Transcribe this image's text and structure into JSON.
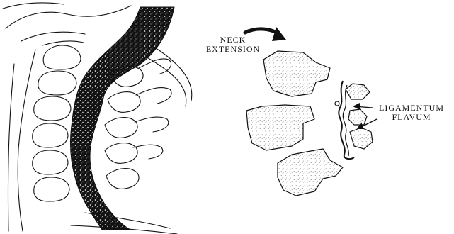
{
  "labels": {
    "neck_line1": "NECK",
    "neck_line2": "EXTENSION",
    "lig_line1": "LIGAMENTUM",
    "lig_line2": "FLAVUM"
  },
  "icons": {
    "curved_arrow": "curved-arrow-icon",
    "pointer_arrow": "arrow-icon"
  },
  "colors": {
    "ink": "#111111",
    "paper": "#ffffff",
    "bone_stipple": "#7a7a7a"
  }
}
